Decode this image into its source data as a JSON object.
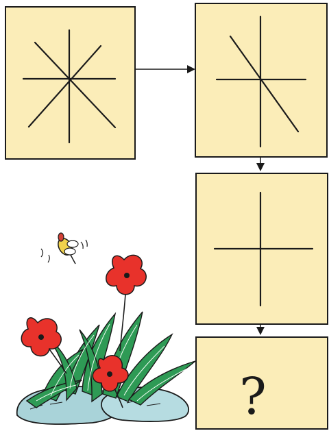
{
  "puzzle": {
    "question_text": "?",
    "panel_color": "#fbedb8",
    "line_color": "#1a1a1a",
    "panels": [
      {
        "id": "panel-1",
        "lines": 4,
        "description_icon": "star-8-ray"
      },
      {
        "id": "panel-2",
        "lines": 3,
        "description_icon": "cross-with-diagonal"
      },
      {
        "id": "panel-3",
        "lines": 2,
        "description_icon": "plus-cross"
      },
      {
        "id": "panel-4",
        "lines": null,
        "description_icon": "question-mark"
      }
    ]
  },
  "decoration": {
    "flower_color": "#e8322b",
    "leaf_color": "#2e9a55",
    "rock_color": "#a9d3d9",
    "bee_icon": "bee-icon"
  }
}
